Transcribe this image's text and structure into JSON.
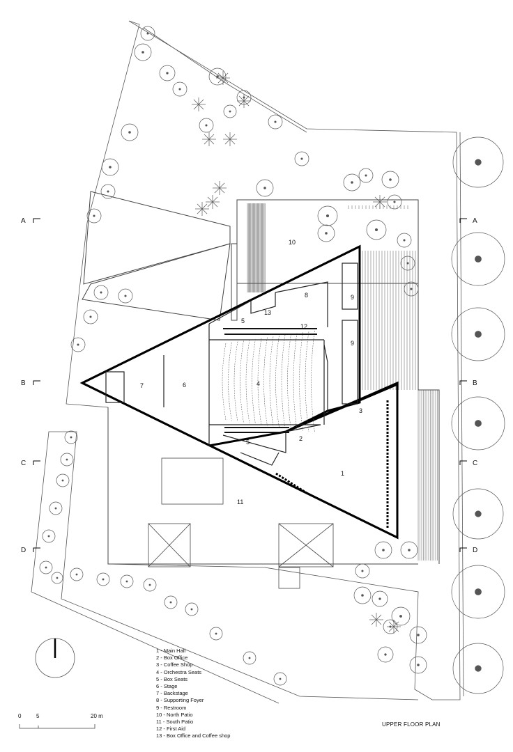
{
  "plan_title": "UPPER FLOOR PLAN",
  "scale": {
    "zero": "0",
    "five": "5",
    "twenty": "20 m"
  },
  "section_markers": {
    "left": [
      "A",
      "B",
      "C",
      "D"
    ],
    "right": [
      "A",
      "B",
      "C",
      "D"
    ]
  },
  "room_labels": {
    "r1": "1",
    "r2": "2",
    "r3": "3",
    "r4": "4",
    "r5a": "5",
    "r5b": "5",
    "r6": "6",
    "r7": "7",
    "r8": "8",
    "r9a": "9",
    "r9b": "9",
    "r10": "10",
    "r11": "11",
    "r12": "12",
    "r13": "13"
  },
  "legend": [
    "1 - Main Hall",
    "2 - Box Office",
    "3 - Coffee Shop",
    "4 - Orchestra Seats",
    "5 - Box Seats",
    "6 - Stage",
    "7 - Backstage",
    "8 - Supporting Foyer",
    "9 - Restroom",
    "10 - North Patio",
    "11 - South Patio",
    "12 - First Aid",
    "13 - Box Office and Coffee shop"
  ],
  "colors": {
    "line": "#333333",
    "wall": "#000000",
    "background": "#ffffff"
  }
}
